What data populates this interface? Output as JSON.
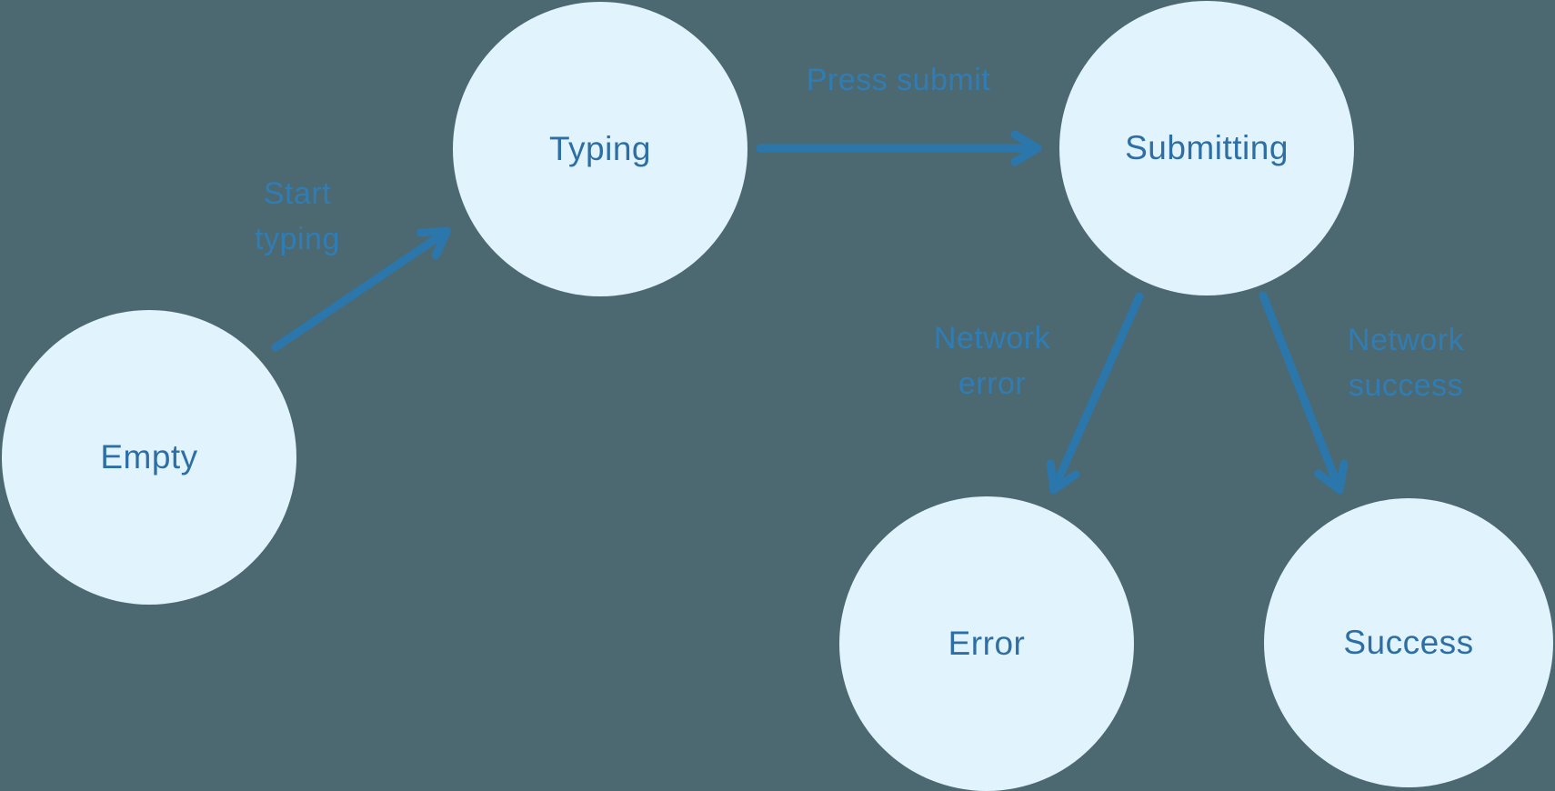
{
  "diagram": {
    "type": "state-machine",
    "nodes": [
      {
        "id": "empty",
        "label": "Empty"
      },
      {
        "id": "typing",
        "label": "Typing"
      },
      {
        "id": "submitting",
        "label": "Submitting"
      },
      {
        "id": "error",
        "label": "Error"
      },
      {
        "id": "success",
        "label": "Success"
      }
    ],
    "edges": [
      {
        "id": "empty-to-typing",
        "from": "Empty",
        "to": "Typing",
        "label": "Start typing",
        "label_lines": [
          "Start",
          "typing"
        ]
      },
      {
        "id": "typing-to-submitting",
        "from": "Typing",
        "to": "Submitting",
        "label": "Press submit",
        "label_lines": [
          "Press submit"
        ]
      },
      {
        "id": "submitting-to-error",
        "from": "Submitting",
        "to": "Error",
        "label": "Network error",
        "label_lines": [
          "Network",
          "error"
        ]
      },
      {
        "id": "submitting-to-success",
        "from": "Submitting",
        "to": "Success",
        "label": "Network success",
        "label_lines": [
          "Network",
          "success"
        ]
      }
    ],
    "colors": {
      "background": "#4C6972",
      "node_fill": "#E1F3FC",
      "node_text": "#2D6FA5",
      "edge_label_text": "#307CB4",
      "arrow_stroke": "#2B76AB"
    }
  }
}
